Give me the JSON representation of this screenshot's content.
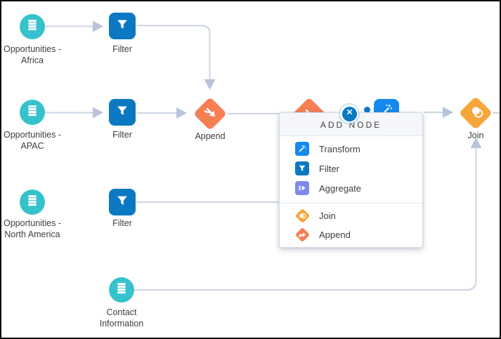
{
  "colors": {
    "dataset_teal": "#35c2cc",
    "filter_blue": "#0b79c2",
    "append_orange": "#f57e53",
    "join_amber": "#f7a63a",
    "transform_blue": "#1589ee",
    "aggregate_indigo": "#7d8be8",
    "connector_gray": "#ccd4e4",
    "close_button_blue": "#0b79c2"
  },
  "nodes": {
    "opp_africa": {
      "line1": "Opportunities -",
      "line2": "Africa"
    },
    "filter_1": {
      "label": "Filter"
    },
    "opp_apac": {
      "line1": "Opportunities -",
      "line2": "APAC"
    },
    "filter_2": {
      "label": "Filter"
    },
    "append_1": {
      "label": "Append"
    },
    "opp_na": {
      "line1": "Opportunities -",
      "line2": "North America"
    },
    "filter_3": {
      "label": "Filter"
    },
    "contact": {
      "line1": "Contact",
      "line2": "Information"
    },
    "join_1": {
      "label": "Join"
    }
  },
  "popup": {
    "title": "ADD NODE",
    "items": [
      {
        "label": "Transform",
        "icon": "transform-icon"
      },
      {
        "label": "Filter",
        "icon": "filter-icon"
      },
      {
        "label": "Aggregate",
        "icon": "aggregate-icon"
      },
      {
        "label": "Join",
        "icon": "join-icon"
      },
      {
        "label": "Append",
        "icon": "append-icon"
      }
    ]
  }
}
